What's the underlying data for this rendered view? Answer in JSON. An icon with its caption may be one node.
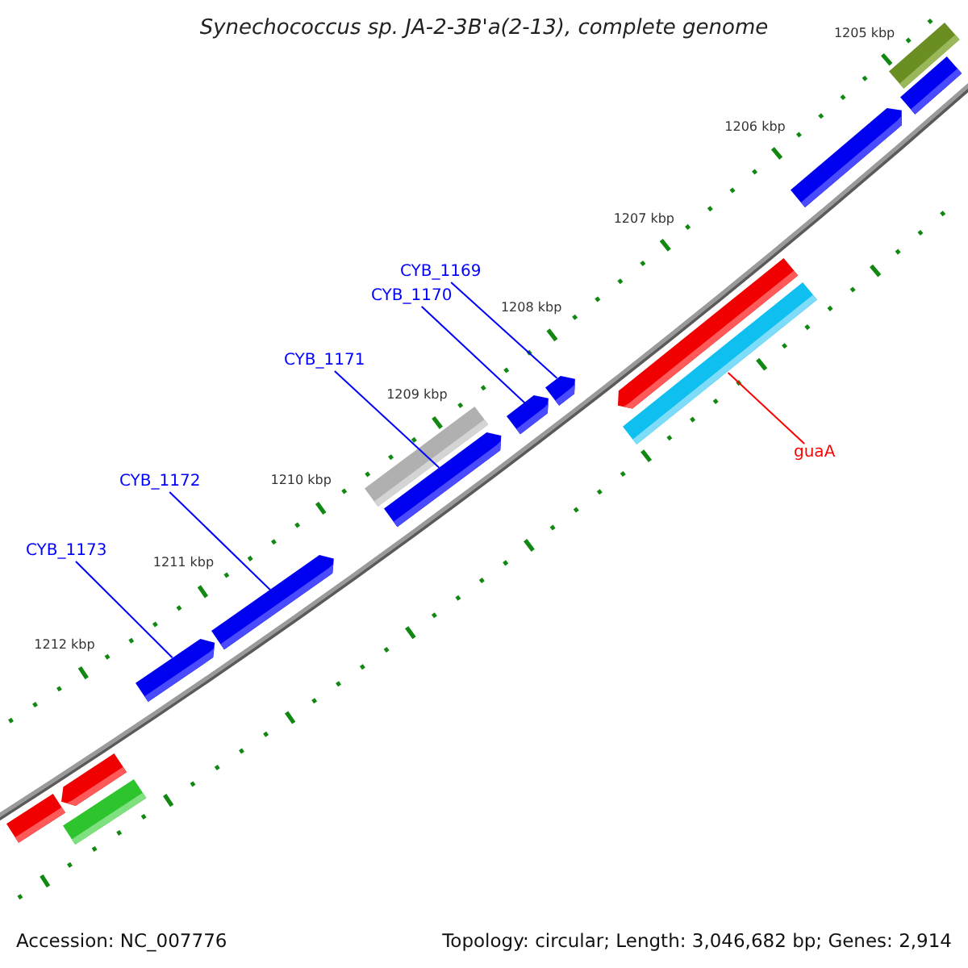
{
  "diagram": {
    "title": "Synechococcus sp. JA-2-3B'a(2-13), complete genome",
    "nodes": [
      {
        "text": [
          "CYB_1169"
        ]
      },
      {
        "text": [
          "CYB_1170"
        ]
      },
      {
        "text": [
          "CYB_1171"
        ]
      },
      {
        "text": [
          "guaA"
        ]
      },
      {
        "text": [
          "CYB_1172"
        ]
      },
      {
        "text": [
          "CYB_1173"
        ]
      },
      {
        "text": [],
        "shape": "bar"
      },
      {
        "text": [],
        "shape": "pentagon"
      },
      {
        "text": [],
        "shape": "bar"
      },
      {
        "text": [],
        "shape": "pentagon"
      },
      {
        "text": [],
        "shape": "pentagon"
      },
      {
        "text": [],
        "shape": "bar"
      },
      {
        "text": [],
        "shape": "pentagon"
      },
      {
        "text": [],
        "shape": "pentagon"
      },
      {
        "text": [],
        "shape": "pentagon"
      },
      {
        "text": [],
        "shape": "pentagon"
      },
      {
        "text": [],
        "shape": "bar"
      },
      {
        "text": [],
        "shape": "pentagon"
      },
      {
        "text": [],
        "shape": "bar"
      },
      {
        "text": [],
        "shape": "bar"
      }
    ],
    "edges": [
      {
        "from": 0,
        "to": 14,
        "arrow": "none"
      },
      {
        "from": 1,
        "to": 13,
        "arrow": "none"
      },
      {
        "from": 2,
        "to": 12,
        "arrow": "none"
      },
      {
        "from": 3,
        "to": 16,
        "arrow": "none",
        "color": "#ff0000"
      },
      {
        "from": 4,
        "to": 10,
        "arrow": "none"
      },
      {
        "from": 5,
        "to": 9,
        "arrow": "none"
      }
    ],
    "labels": [
      "1205 kbp",
      "1206 kbp",
      "1207 kbp",
      "1208 kbp",
      "1209 kbp",
      "1210 kbp",
      "1211 kbp",
      "1212 kbp",
      "Accession: NC_007776",
      "Topology: circular; Length: 3,046,682 bp; Genes: 2,914"
    ]
  }
}
